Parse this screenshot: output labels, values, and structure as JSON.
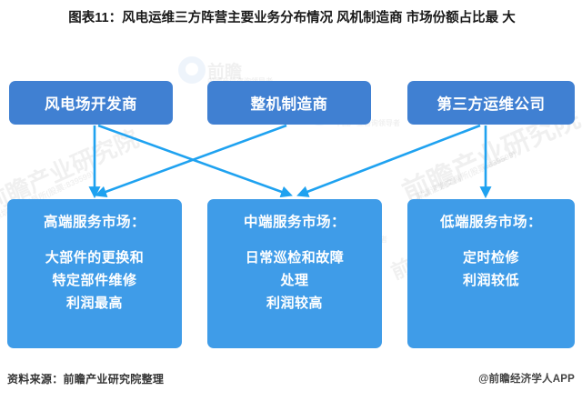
{
  "chart_data": {
    "type": "diagram",
    "title": "图表11：风电运维三方阵营主要业务分布情况 风机制造商 市场份额占比最大",
    "nodes_top": [
      {
        "id": "wind-farm-developer",
        "label": "风电场开发商"
      },
      {
        "id": "turbine-manufacturer",
        "label": "整机制造商"
      },
      {
        "id": "third-party-om-company",
        "label": "第三方运维公司"
      }
    ],
    "nodes_bottom": [
      {
        "id": "high-end-service-market",
        "header": "高端服务市场：",
        "lines": [
          "大部件的更换和",
          "特定部件维修",
          "利润最高"
        ]
      },
      {
        "id": "mid-end-service-market",
        "header": "中端服务市场：",
        "lines": [
          "日常巡检和故障",
          "处理",
          "利润较高"
        ]
      },
      {
        "id": "low-end-service-market",
        "header": "低端服务市场：",
        "lines": [
          "定时检修",
          "利润较低"
        ]
      }
    ],
    "edges": [
      {
        "from": "wind-farm-developer",
        "to": "high-end-service-market",
        "style": "vertical-arrow"
      },
      {
        "from": "wind-farm-developer",
        "to": "mid-end-service-market",
        "style": "diagonal-arrow"
      },
      {
        "from": "turbine-manufacturer",
        "to": "high-end-service-market",
        "style": "diagonal-arrow"
      },
      {
        "from": "third-party-om-company",
        "to": "mid-end-service-market",
        "style": "diagonal-arrow"
      },
      {
        "from": "third-party-om-company",
        "to": "low-end-service-market",
        "style": "vertical-arrow"
      }
    ]
  },
  "title": "图表11：风电运维三方阵营主要业务分布情况 风机制造商 市场份额占比最",
  "title_line2": "大",
  "top": {
    "box1": "风电场开发商",
    "box2": "整机制造商",
    "box3": "第三方运维公司"
  },
  "bottom": {
    "box1": {
      "header": "高端服务市场：",
      "line1": "大部件的更换和",
      "line2": "特定部件维修",
      "line3": "利润最高"
    },
    "box2": {
      "header": "中端服务市场：",
      "line1": "日常巡检和故障",
      "line2": "处理",
      "line3": "利润较高"
    },
    "box3": {
      "header": "低端服务市场：",
      "line1": "定时检修",
      "line2": "利润较低"
    }
  },
  "footer": {
    "source": "资料来源：前瞻产业研究院整理",
    "credit": "@前瞻经济学人APP"
  },
  "watermarks": {
    "w1": "前瞻",
    "w2": "中国产业咨询领导者",
    "w3": "前瞻产业研究院",
    "w4": "深圳证券交易所(股票:839599)"
  },
  "colors": {
    "top_box": "#4080d2",
    "bottom_box": "#3f9ce8",
    "arrow": "#1fa2f0",
    "title_text": "#1a1a1a"
  }
}
